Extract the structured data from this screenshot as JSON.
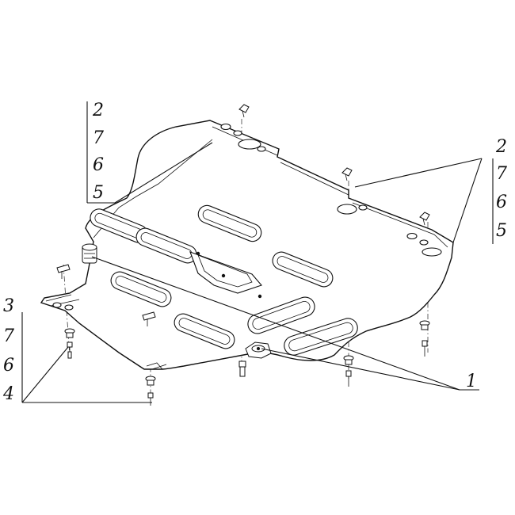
{
  "callouts": {
    "left_top": [
      "2",
      "7",
      "6",
      "5"
    ],
    "right_top": [
      "2",
      "7",
      "6",
      "5"
    ],
    "left_bottom": [
      "3",
      "7",
      "6",
      "4"
    ],
    "bottom_right": "1"
  }
}
